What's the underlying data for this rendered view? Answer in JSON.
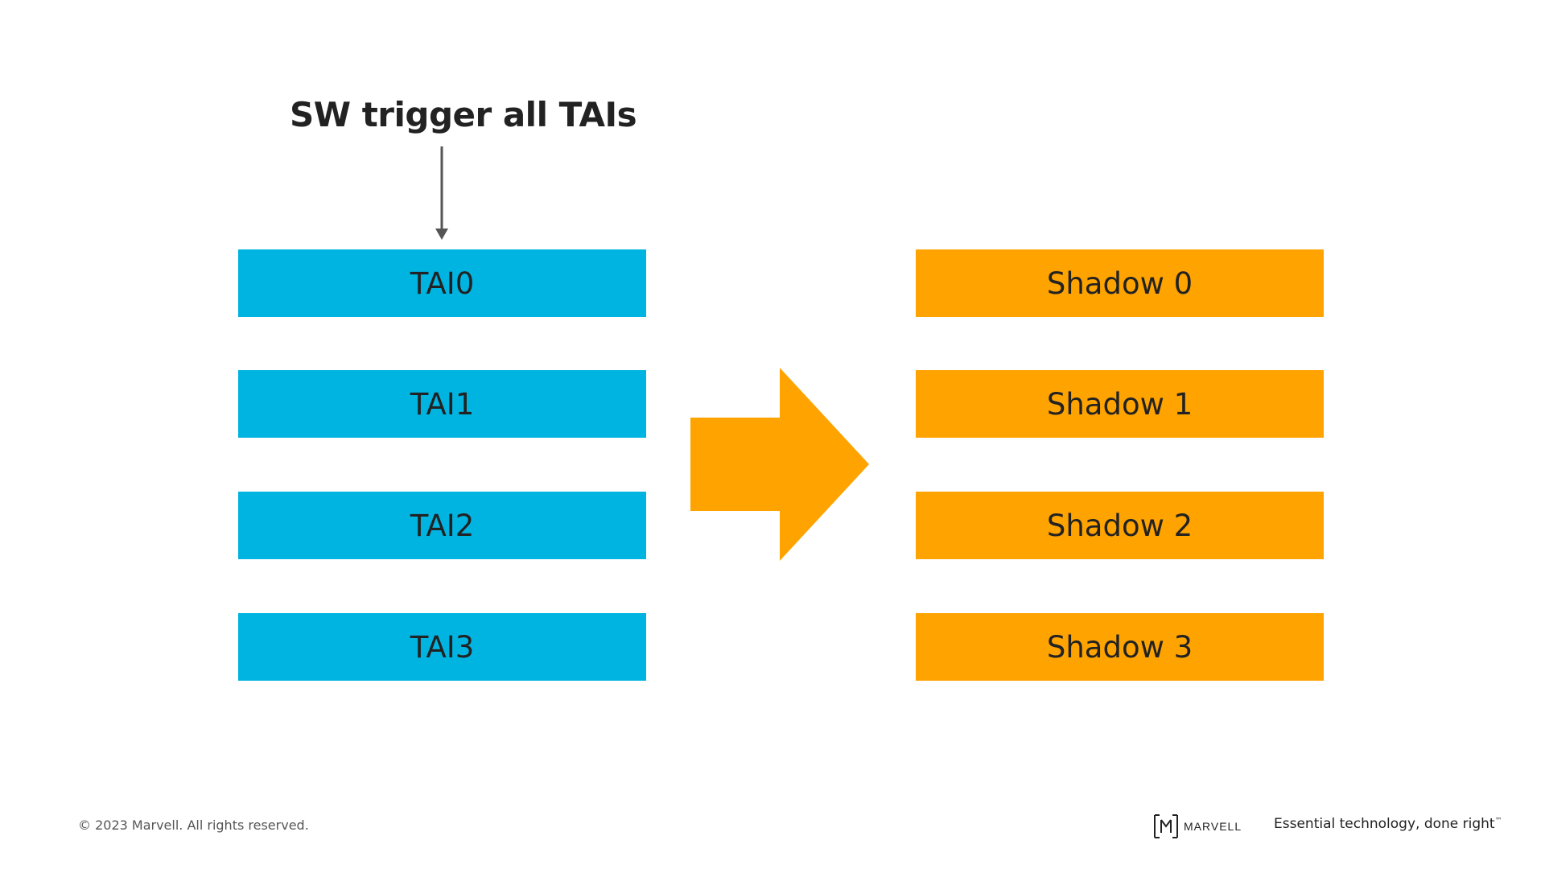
{
  "slide": {
    "title": "SW trigger all TAIs",
    "tai_boxes": [
      {
        "label": "TAI0"
      },
      {
        "label": "TAI1"
      },
      {
        "label": "TAI2"
      },
      {
        "label": "TAI3"
      }
    ],
    "shadow_boxes": [
      {
        "label": "Shadow 0"
      },
      {
        "label": "Shadow 1"
      },
      {
        "label": "Shadow 2"
      },
      {
        "label": "Shadow 3"
      }
    ],
    "colors": {
      "tai": "#00b4e2",
      "shadow": "#ffa300",
      "arrow": "#ffa300",
      "trigger_arrow": "#555555"
    }
  },
  "footer": {
    "copyright": "© 2023 Marvell. All rights reserved.",
    "logo_text": "MARVELL",
    "tagline": "Essential technology, done right",
    "trademark": "™"
  },
  "icons": {
    "logo": "marvell-logo-icon",
    "trigger": "arrow-down-icon",
    "transfer": "arrow-right-icon"
  }
}
